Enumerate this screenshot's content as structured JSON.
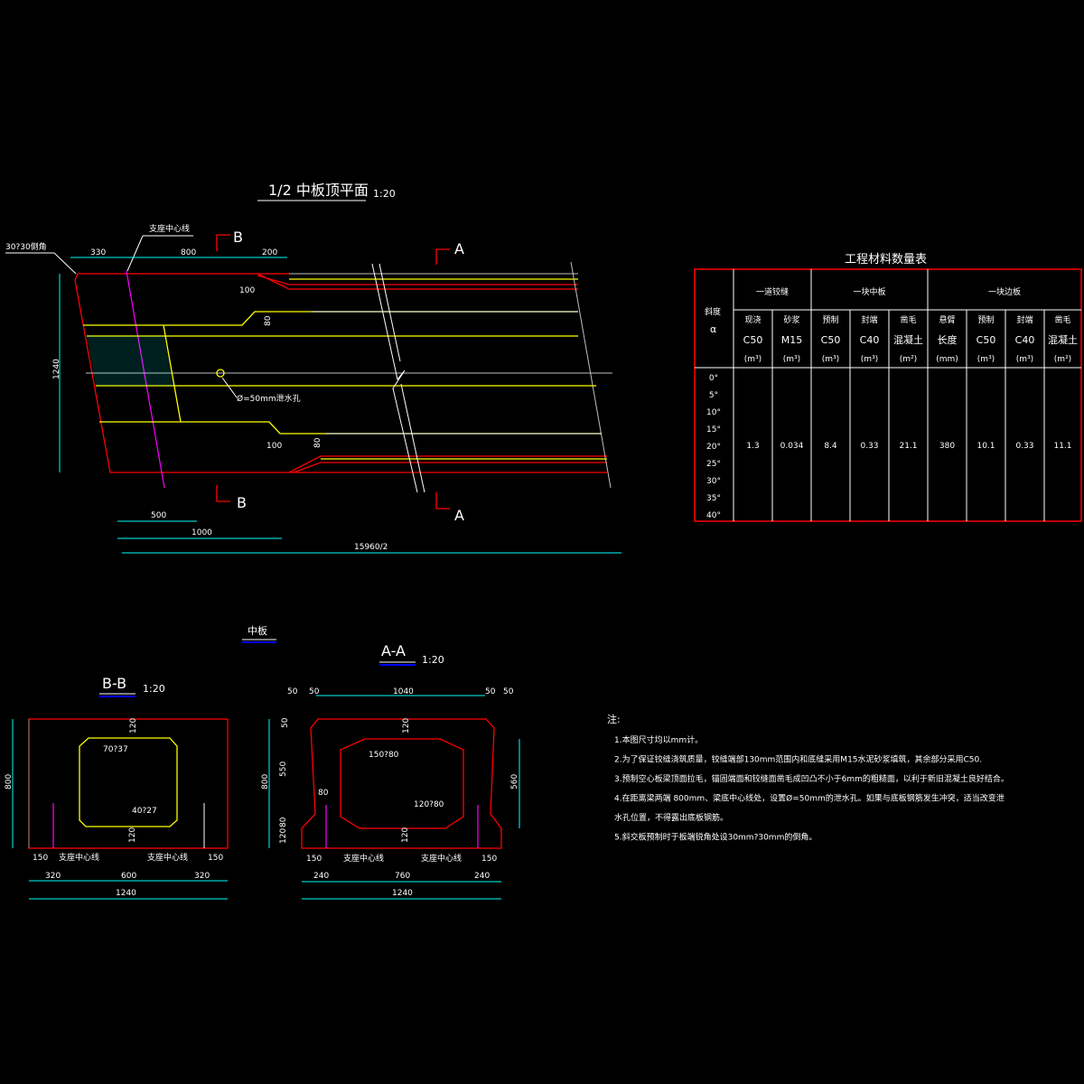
{
  "plan": {
    "title": "1/2 中板顶平面",
    "scale": "1:20",
    "chamfer_label": "30?30倒角",
    "support_label": "支座中心线",
    "drain_label": "Ø=50mm泄水孔",
    "dims": {
      "d330": "330",
      "d800": "800",
      "d200": "200",
      "d100a": "100",
      "d80a": "80",
      "d100b": "100",
      "d80b": "80",
      "d1240": "1240",
      "d500": "500",
      "d1000": "1000",
      "dtotal": "15960/2"
    },
    "section_b": "B",
    "section_a": "A"
  },
  "mid_label": "中板",
  "section_bb": {
    "title": "B-B",
    "scale": "1:20",
    "dims": {
      "h800": "800",
      "t120": "120",
      "b120": "120",
      "c1": "70?37",
      "c2": "40?27",
      "l150": "150",
      "r150": "150",
      "l320": "320",
      "m600": "600",
      "r320": "320",
      "w1240": "1240"
    },
    "support_label": "支座中心线"
  },
  "section_aa": {
    "title": "A-A",
    "scale": "1:20",
    "dims": {
      "a50": "50",
      "b50": "50",
      "top1040": "1040",
      "c50": "50",
      "d50": "50",
      "h800": "800",
      "v50": "50",
      "v550": "550",
      "v80": "80",
      "v120": "120",
      "w80": "80",
      "t120": "120",
      "b120": "120",
      "r560": "560",
      "c1": "150?80",
      "c2": "120?80",
      "l150": "150",
      "r150": "150",
      "l240": "240",
      "m760": "760",
      "r240": "240",
      "w1240": "1240"
    },
    "support_label": "支座中心线"
  },
  "table": {
    "title": "工程材料数量表",
    "angle_header": [
      "斜度",
      "α"
    ],
    "groups": [
      "一道铰缝",
      "一块中板",
      "一块边板"
    ],
    "columns": [
      [
        "现浇",
        "C50",
        "(m³)"
      ],
      [
        "砂浆",
        "M15",
        "(m³)"
      ],
      [
        "预制",
        "C50",
        "(m³)"
      ],
      [
        "封端",
        "C40",
        "(m³)"
      ],
      [
        "凿毛",
        "混凝土",
        "(m²)"
      ],
      [
        "悬臂",
        "长度",
        "(mm)"
      ],
      [
        "预制",
        "C50",
        "(m³)"
      ],
      [
        "封端",
        "C40",
        "(m³)"
      ],
      [
        "凿毛",
        "混凝土",
        "(m²)"
      ]
    ],
    "angles": [
      "0°",
      "5°",
      "10°",
      "15°",
      "20°",
      "25°",
      "30°",
      "35°",
      "40°"
    ],
    "values": [
      "1.3",
      "0.034",
      "8.4",
      "0.33",
      "21.1",
      "380",
      "10.1",
      "0.33",
      "11.1"
    ]
  },
  "notes": {
    "heading": "注:",
    "items": [
      "1.本图尺寸均以mm计。",
      "2.为了保证铰缝浇筑质量，铰缝端部130mm范围内和底缝采用M15水泥砂浆填筑，其余部分采用C50.",
      "3.预制空心板梁顶面拉毛，锚固端面和铰缝面凿毛成凹凸不小于6mm的粗糙面，以利于新旧混凝土良好结合。",
      "4.在距离梁两端 800mm、梁底中心线处，设置Ø=50mm的泄水孔。如果与底板钢筋发生冲突，适当改变泄",
      "  水孔位置，不得露出底板钢筋。",
      "5.斜交板预制时于板端锐角处设30mm?30mm的倒角。"
    ]
  }
}
